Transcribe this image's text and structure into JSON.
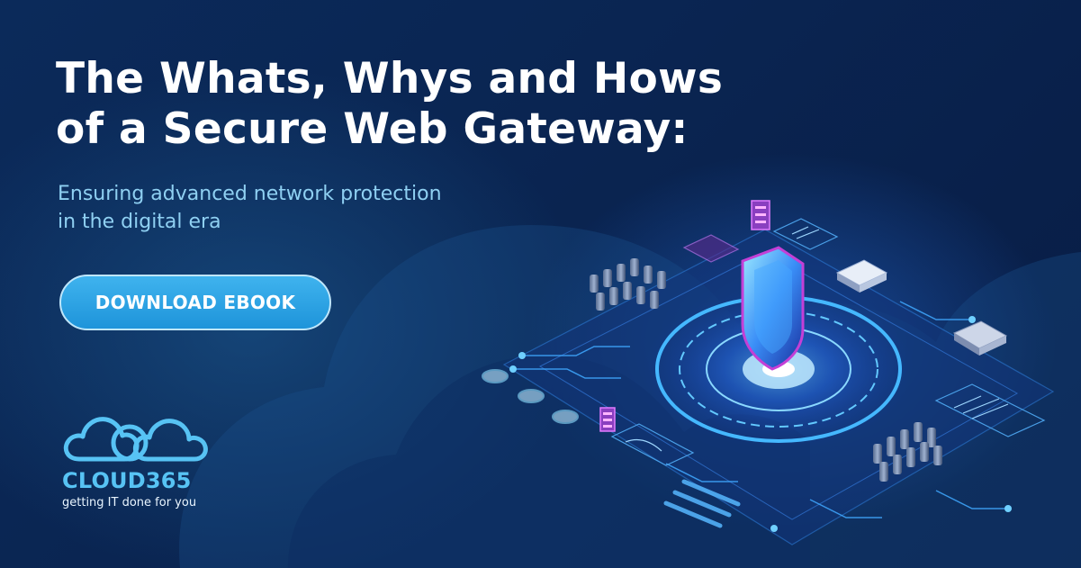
{
  "banner": {
    "title_line1": "The Whats, Whys and Hows",
    "title_line2": "of a Secure Web Gateway:",
    "subtitle_line1": "Ensuring advanced network protection",
    "subtitle_line2": "in the digital era",
    "cta_label": "DOWNLOAD EBOOK"
  },
  "logo": {
    "name": "CLOUD365",
    "tagline": "getting IT done for you",
    "icon": "cloud-logo-icon"
  },
  "illustration": {
    "icon": "security-shield-icon",
    "description_icons": [
      "server-icon",
      "chip-icon",
      "cylinder-icon",
      "circuit-icon"
    ]
  },
  "colors": {
    "background": "#0a2350",
    "accent": "#2ba6e6",
    "subtitle": "#8fd0f2",
    "logo": "#57c3f4"
  }
}
